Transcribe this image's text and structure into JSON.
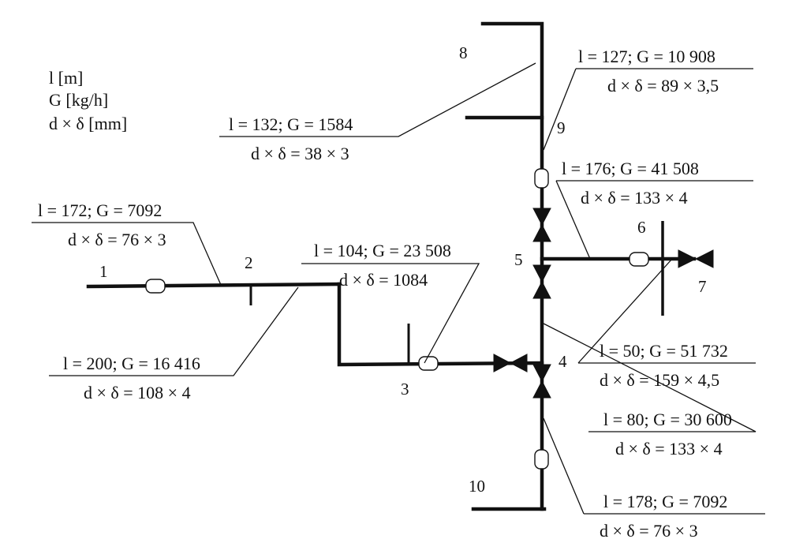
{
  "legend": [
    "l [m]",
    "G [kg/h]",
    "d × δ [mm]"
  ],
  "nodes": [
    "1",
    "2",
    "3",
    "4",
    "5",
    "6",
    "7",
    "8",
    "9",
    "10"
  ],
  "sections": [
    {
      "top": "l = 172; G = 7092",
      "bottom": "d × δ = 76 × 3"
    },
    {
      "top": "l = 200; G = 16 416",
      "bottom": "d × δ = 108 × 4"
    },
    {
      "top": "l = 104; G = 23 508",
      "bottom": "d × δ = 1084"
    },
    {
      "top": "l = 132; G = 1584",
      "bottom": "d × δ = 38 × 3"
    },
    {
      "top": "l = 127; G = 10 908",
      "bottom": "d × δ = 89 × 3,5"
    },
    {
      "top": "l = 176; G = 41 508",
      "bottom": "d × δ = 133 × 4"
    },
    {
      "top": "l = 50; G = 51 732",
      "bottom": "d × δ = 159 × 4,5"
    },
    {
      "top": "l = 80; G = 30 600",
      "bottom": "d × δ = 133 × 4"
    },
    {
      "top": "l = 178; G = 7092",
      "bottom": "d × δ = 76 × 3"
    }
  ]
}
